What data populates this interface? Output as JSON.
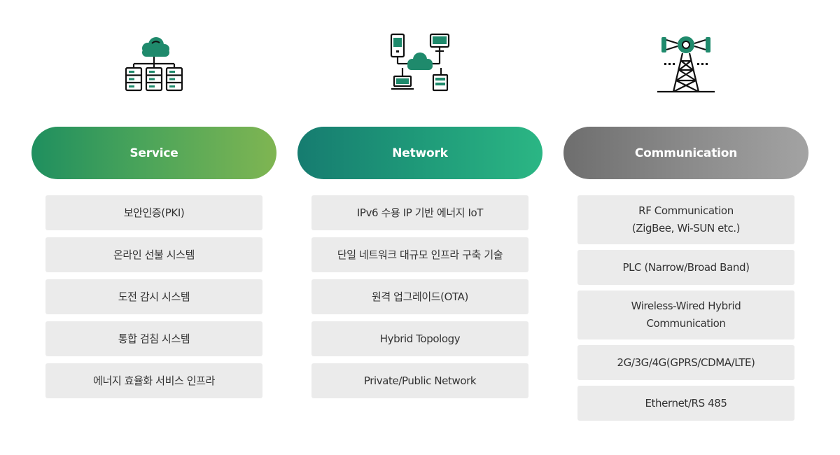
{
  "columns": [
    {
      "key": "service",
      "icon": "cloud-servers-icon",
      "title": "Service",
      "items": [
        "보안인증(PKI)",
        "온라인 선불 시스템",
        "도전 감시 시스템",
        "통합 검침 시스템",
        "에너지 효율화 서비스 인프라"
      ]
    },
    {
      "key": "network",
      "icon": "cloud-network-devices-icon",
      "title": "Network",
      "items": [
        "IPv6 수용 IP 기반 에너지 IoT",
        "단일 네트워크 대규모 인프라 구축 기술",
        "원격 업그레이드(OTA)",
        "Hybrid Topology",
        "Private/Public Network"
      ]
    },
    {
      "key": "communication",
      "icon": "transmission-tower-icon",
      "title": "Communication",
      "items": [
        [
          "RF Communication",
          "(ZigBee, Wi-SUN etc.)"
        ],
        [
          "PLC (Narrow/Broad Band)"
        ],
        [
          "Wireless-Wired Hybrid",
          "Communication"
        ],
        [
          "2G/3G/4G(GPRS/CDMA/LTE)"
        ],
        [
          "Ethernet/RS 485"
        ]
      ]
    }
  ],
  "colors": {
    "icon_green": "#1f8a6c",
    "icon_outline": "#111111",
    "service_gradient": [
      "#1f8f5f",
      "#7fb552"
    ],
    "network_gradient": [
      "#167c70",
      "#2bb684"
    ],
    "communication_gradient": [
      "#6e6e6e",
      "#a3a3a3"
    ],
    "item_bg": "#ebebeb",
    "item_text": "#333333"
  }
}
